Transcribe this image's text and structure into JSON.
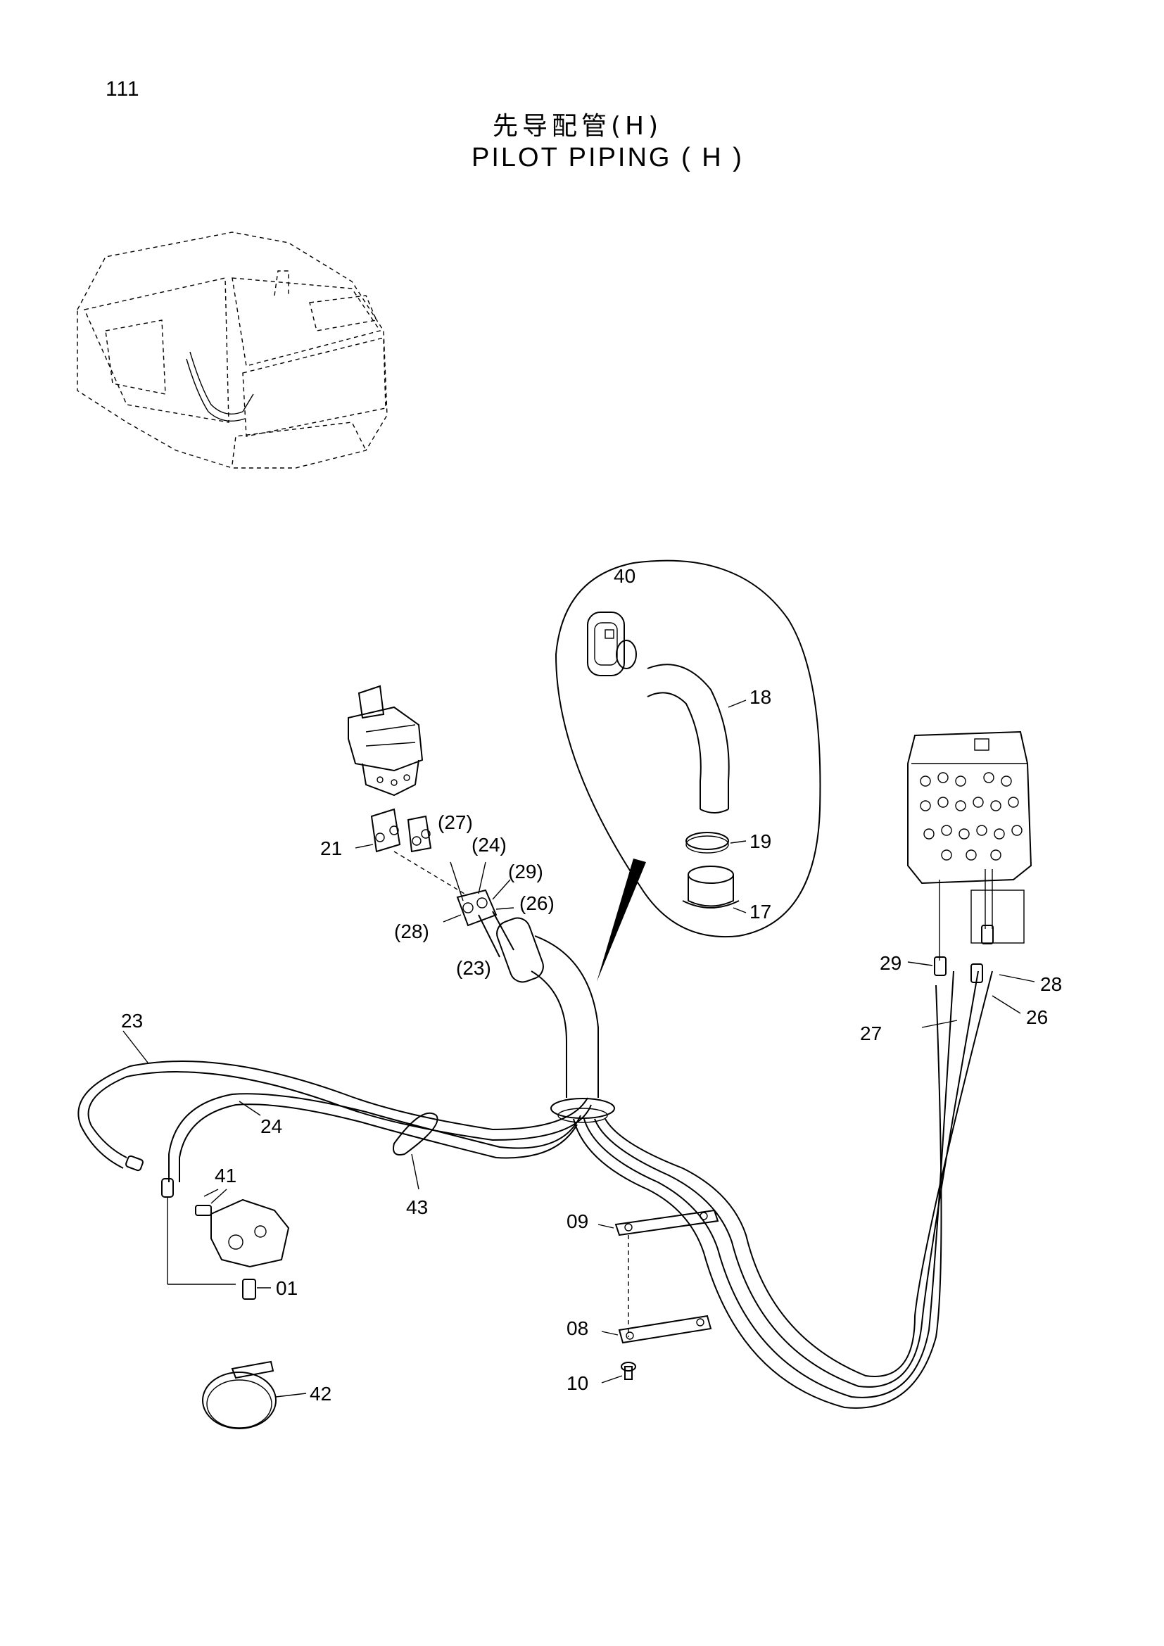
{
  "page_number": "111",
  "title_cn": "先导配管(H)",
  "title_en": "PILOT PIPING ( H )",
  "callouts": [
    {
      "id": "c40",
      "text": "40"
    },
    {
      "id": "c18",
      "text": "18"
    },
    {
      "id": "c19",
      "text": "19"
    },
    {
      "id": "c17",
      "text": "17"
    },
    {
      "id": "c21",
      "text": "21"
    },
    {
      "id": "c27p",
      "text": "(27)"
    },
    {
      "id": "c24p",
      "text": "(24)"
    },
    {
      "id": "c29p",
      "text": "(29)"
    },
    {
      "id": "c26p",
      "text": "(26)"
    },
    {
      "id": "c28p",
      "text": "(28)"
    },
    {
      "id": "c23p",
      "text": "(23)"
    },
    {
      "id": "c29",
      "text": "29"
    },
    {
      "id": "c28",
      "text": "28"
    },
    {
      "id": "c27",
      "text": "27"
    },
    {
      "id": "c26",
      "text": "26"
    },
    {
      "id": "c23",
      "text": "23"
    },
    {
      "id": "c24",
      "text": "24"
    },
    {
      "id": "c41",
      "text": "41"
    },
    {
      "id": "c43",
      "text": "43"
    },
    {
      "id": "c09",
      "text": "09"
    },
    {
      "id": "c01",
      "text": "01"
    },
    {
      "id": "c08",
      "text": "08"
    },
    {
      "id": "c10",
      "text": "10"
    },
    {
      "id": "c42",
      "text": "42"
    }
  ]
}
